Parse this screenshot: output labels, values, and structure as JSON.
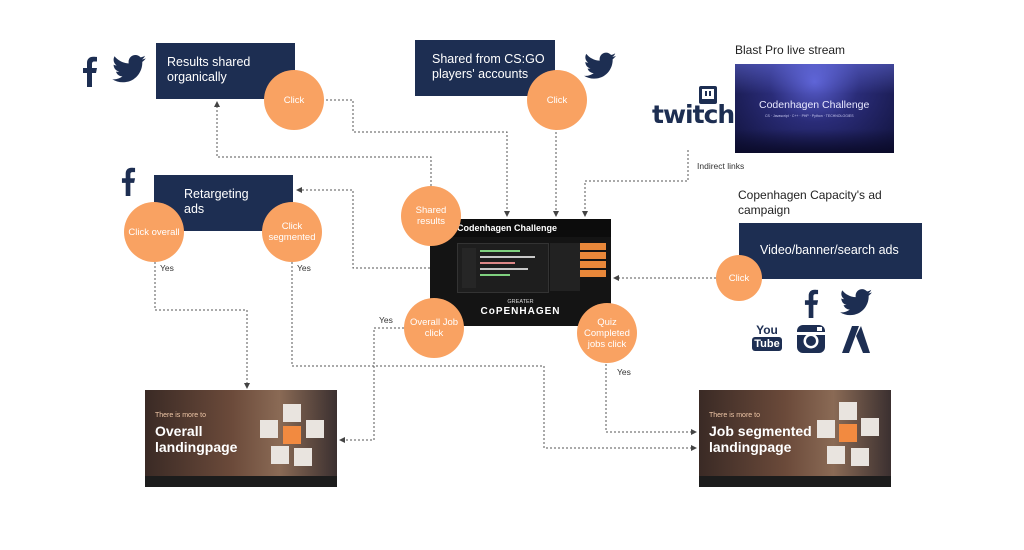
{
  "boxes": {
    "organic": "Results shared organically",
    "csgo": "Shared from CS:GO players' accounts",
    "retargeting": "Retargeting ads",
    "video": "Video/banner/search ads"
  },
  "circles": {
    "click_organic": "Click",
    "click_csgo": "Click",
    "click_overall": "Click overall",
    "click_segmented": "Click segmented",
    "shared_results": "Shared results",
    "overall_job_click": "Overall Job click",
    "quiz_completed": "Quiz Completed jobs click",
    "click_ads": "Click"
  },
  "labels": {
    "blast": "Blast Pro live stream",
    "indirect": "Indirect links",
    "copenhagen_capacity": "Copenhagen Capacity's ad campaign",
    "yes1": "Yes",
    "yes2": "Yes",
    "yes3": "Yes",
    "yes4": "Yes"
  },
  "stream": {
    "title": "Codenhagen Challenge",
    "sub": "CS · Javascript · C++ · PHP · Python · TECHNOLOGIES"
  },
  "game": {
    "title": "Codenhagen Challenge",
    "logo_top": "GREATER",
    "logo_main": "CoPENHAGEN"
  },
  "landing_overall": {
    "small": "There is more to",
    "title": "Overall landingpage"
  },
  "landing_job": {
    "small": "There is more to",
    "title": "Job segmented landingpage"
  },
  "icons": {
    "twitch": "twitch",
    "youtube_top": "You",
    "youtube_bottom": "Tube"
  },
  "colors": {
    "navy": "#1d2e52",
    "orange": "#f9a262",
    "social": "#1d2e52"
  }
}
